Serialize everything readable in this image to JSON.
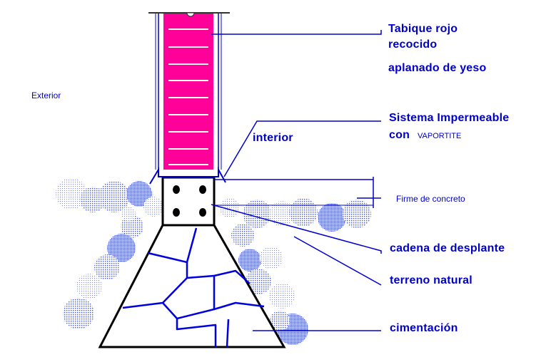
{
  "labels": {
    "tabique_line1": "Tabique rojo",
    "tabique_line2": "recocido",
    "aplanado": "aplanado de yeso",
    "exterior": "Exterior",
    "sistema_line1": "Sistema Impermeable",
    "sistema_con": "con",
    "sistema_product": "VAPORTITE",
    "interior": "interior",
    "firme": "Firme de concreto",
    "cadena": "cadena de desplante",
    "terreno": "terreno natural",
    "cimentacion": "cimentación"
  },
  "colors": {
    "text": "#0000cc",
    "brick": "#ff0099",
    "mortar": "#ffffff",
    "leader": "#0000cc",
    "outline": "#000000",
    "soil": "#5a6ad6",
    "soil_dark": "#2f3fb8",
    "stone_joint": "#0000dd"
  }
}
